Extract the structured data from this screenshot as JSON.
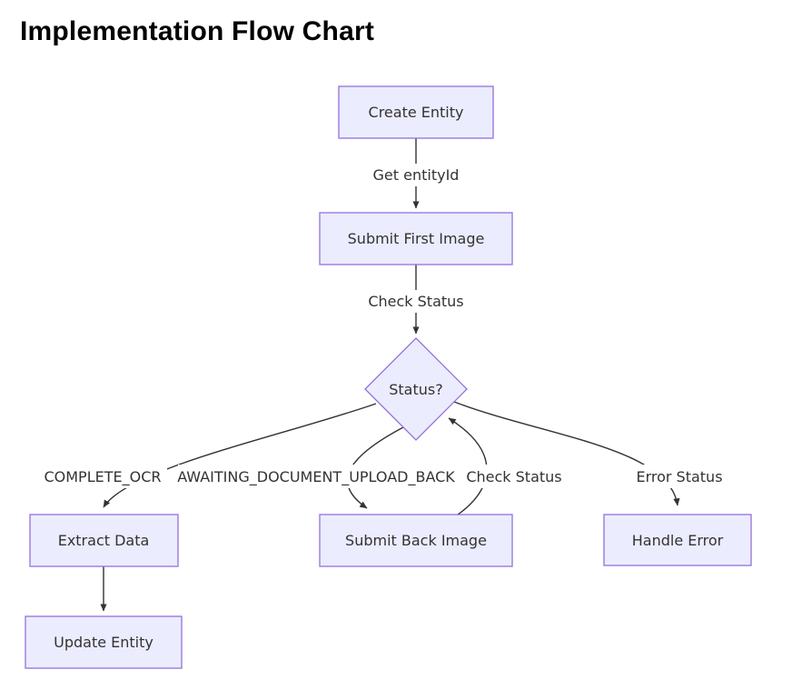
{
  "title": "Implementation Flow Chart",
  "colors": {
    "background": "#ffffff",
    "node_fill": "#ECECFF",
    "node_border": "#9370DB",
    "edge_line": "#333333",
    "node_text": "#333333",
    "title_text": "#000000"
  },
  "diagram": {
    "type": "flowchart",
    "direction": "top-down",
    "nodes": [
      {
        "id": "create-entity",
        "label": "Create Entity",
        "shape": "rect"
      },
      {
        "id": "submit-first-image",
        "label": "Submit First Image",
        "shape": "rect"
      },
      {
        "id": "status-decision",
        "label": "Status?",
        "shape": "diamond"
      },
      {
        "id": "extract-data",
        "label": "Extract Data",
        "shape": "rect"
      },
      {
        "id": "submit-back-image",
        "label": "Submit Back Image",
        "shape": "rect"
      },
      {
        "id": "handle-error",
        "label": "Handle Error",
        "shape": "rect"
      },
      {
        "id": "update-entity",
        "label": "Update Entity",
        "shape": "rect"
      }
    ],
    "edges": [
      {
        "from": "create-entity",
        "to": "submit-first-image",
        "label": "Get entityId"
      },
      {
        "from": "submit-first-image",
        "to": "status-decision",
        "label": "Check Status"
      },
      {
        "from": "status-decision",
        "to": "extract-data",
        "label": "COMPLETE_OCR"
      },
      {
        "from": "status-decision",
        "to": "submit-back-image",
        "label": "AWAITING_DOCUMENT_UPLOAD_BACK"
      },
      {
        "from": "submit-back-image",
        "to": "status-decision",
        "label": "Check Status"
      },
      {
        "from": "status-decision",
        "to": "handle-error",
        "label": "Error Status"
      },
      {
        "from": "extract-data",
        "to": "update-entity",
        "label": ""
      }
    ]
  }
}
